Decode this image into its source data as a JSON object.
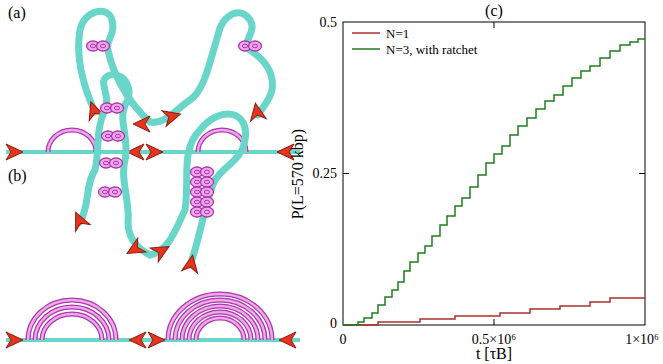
{
  "diagram": {
    "labels": [
      "(a)",
      "(b)",
      "(c)",
      "0.5",
      "0.25",
      "0",
      "0",
      "0.5×10⁶",
      "1×10⁶",
      "P(L=570 kbp)",
      "t [τB]"
    ],
    "legend": [
      {
        "text": "N=1"
      },
      {
        "text": "N=3, with ratchet"
      }
    ]
  }
}
